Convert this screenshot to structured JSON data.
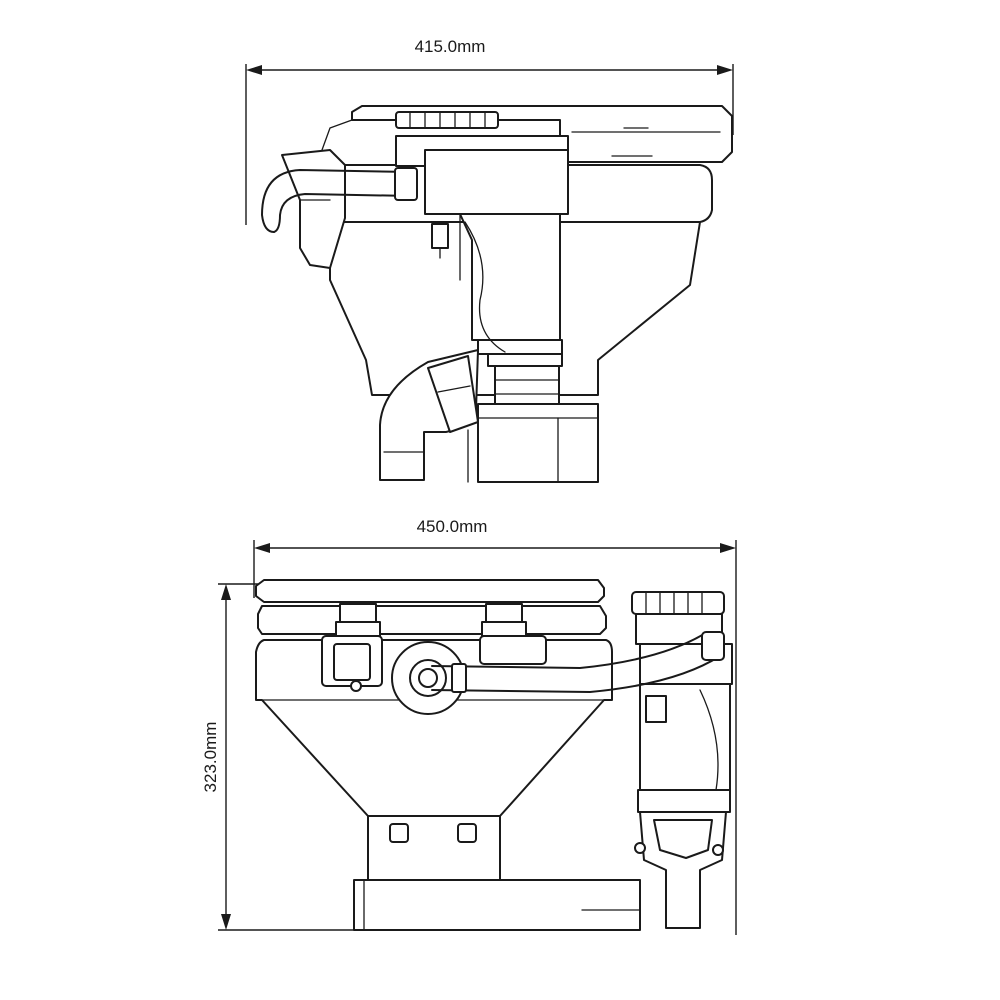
{
  "dimensions": {
    "top_view_width": "415.0mm",
    "front_view_width": "450.0mm",
    "front_view_height": "323.0mm"
  }
}
